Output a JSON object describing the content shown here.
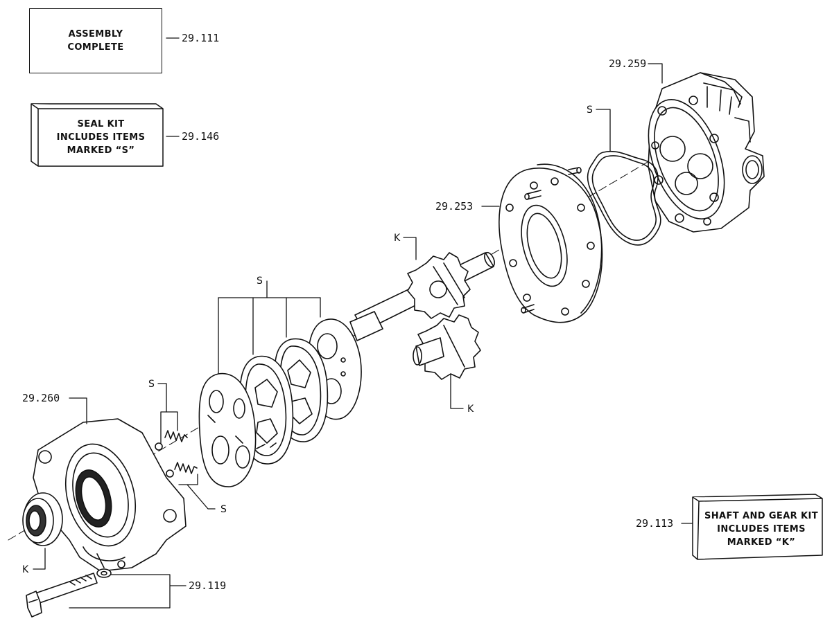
{
  "kit_boxes": {
    "assembly": {
      "text": "ASSEMBLY\nCOMPLETE",
      "part_no": "29.111"
    },
    "seal_kit": {
      "text": "SEAL    KIT\nINCLUDES ITEMS\nMARKED “S”",
      "part_no": "29.146"
    },
    "shaft_gear_kit": {
      "text": "SHAFT AND GEAR KIT\nINCLUDES ITEMS\nMARKED “K”",
      "part_no": "29.113"
    }
  },
  "part_numbers": {
    "rear_cover": "29.259",
    "gear_housing": "29.253",
    "front_cover": "29.260",
    "bolt_washer": "29.119"
  },
  "markers": {
    "seal": "S",
    "shaft_gear": "K"
  }
}
